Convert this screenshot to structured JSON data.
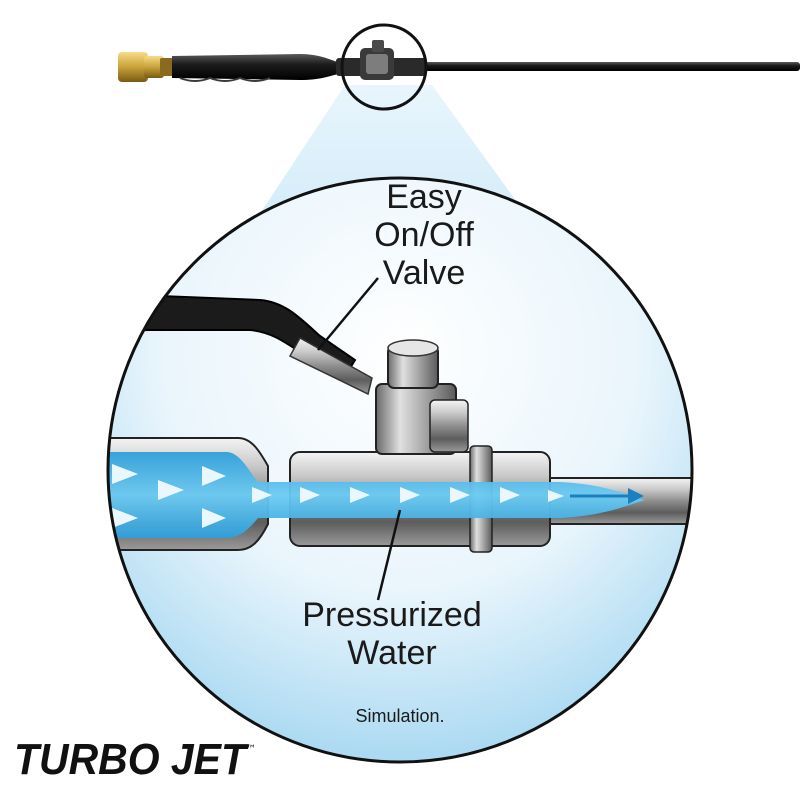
{
  "labels": {
    "valve_line1": "Easy",
    "valve_line2": "On/Off",
    "valve_line3": "Valve",
    "water_line1": "Pressurized",
    "water_line2": "Water",
    "simulation": "Simulation."
  },
  "brand": {
    "name": "TURBO JET"
  },
  "colors": {
    "water": "#49b6e8",
    "water_light": "#bfe6f8",
    "arrow": "#eaf7ff",
    "metal_dark": "#6d6d6d",
    "metal_light": "#d9d9d9",
    "handle": "#1b1b1b",
    "brass": "#c9a23a"
  }
}
